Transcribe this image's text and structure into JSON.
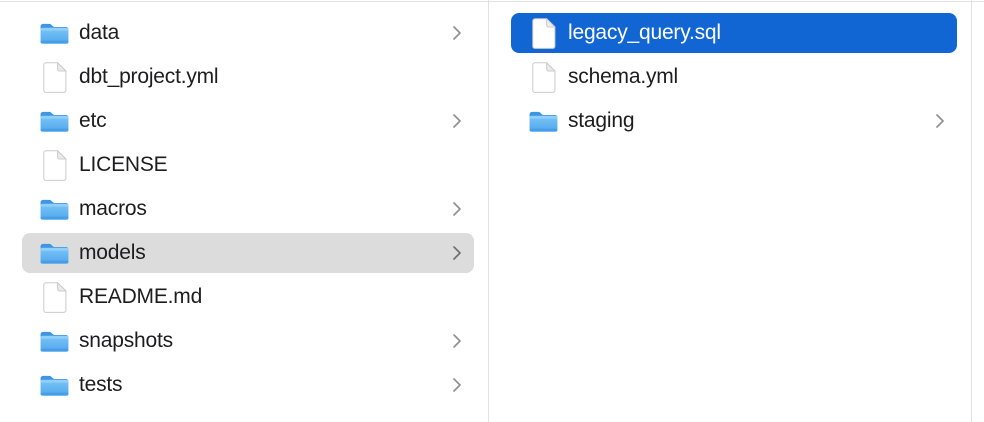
{
  "app": {
    "name": "Finder column view"
  },
  "colors": {
    "selection_active_blue": "#1266D4",
    "selection_inactive_gray": "#DCDCDC",
    "selected_text": "#FFFFFF",
    "text": "#1D1D1F",
    "divider": "#E2E2E2",
    "chevron": "#909090",
    "folder_tab": "#3E96E2",
    "folder_body_top": "#7CC6F7",
    "folder_body_bottom": "#4FA5EC",
    "folder_stripe": "#8FD0F9",
    "document_fill": "#FFFFFF",
    "document_stroke": "#CCCCCC",
    "document_fold": "#ECECEC"
  },
  "columns": [
    {
      "id": "left",
      "items": [
        {
          "label": "data",
          "kind": "folder",
          "has_chevron": true,
          "selected": false,
          "selection_style": null
        },
        {
          "label": "dbt_project.yml",
          "kind": "file",
          "has_chevron": false,
          "selected": false,
          "selection_style": null
        },
        {
          "label": "etc",
          "kind": "folder",
          "has_chevron": true,
          "selected": false,
          "selection_style": null
        },
        {
          "label": "LICENSE",
          "kind": "file",
          "has_chevron": false,
          "selected": false,
          "selection_style": null
        },
        {
          "label": "macros",
          "kind": "folder",
          "has_chevron": true,
          "selected": false,
          "selection_style": null
        },
        {
          "label": "models",
          "kind": "folder",
          "has_chevron": true,
          "selected": true,
          "selection_style": "inactive-gray"
        },
        {
          "label": "README.md",
          "kind": "file",
          "has_chevron": false,
          "selected": false,
          "selection_style": null
        },
        {
          "label": "snapshots",
          "kind": "folder",
          "has_chevron": true,
          "selected": false,
          "selection_style": null
        },
        {
          "label": "tests",
          "kind": "folder",
          "has_chevron": true,
          "selected": false,
          "selection_style": null
        }
      ]
    },
    {
      "id": "right",
      "items": [
        {
          "label": "legacy_query.sql",
          "kind": "file",
          "has_chevron": false,
          "selected": true,
          "selection_style": "active-blue"
        },
        {
          "label": "schema.yml",
          "kind": "file",
          "has_chevron": false,
          "selected": false,
          "selection_style": null
        },
        {
          "label": "staging",
          "kind": "folder",
          "has_chevron": true,
          "selected": false,
          "selection_style": null
        }
      ]
    }
  ]
}
